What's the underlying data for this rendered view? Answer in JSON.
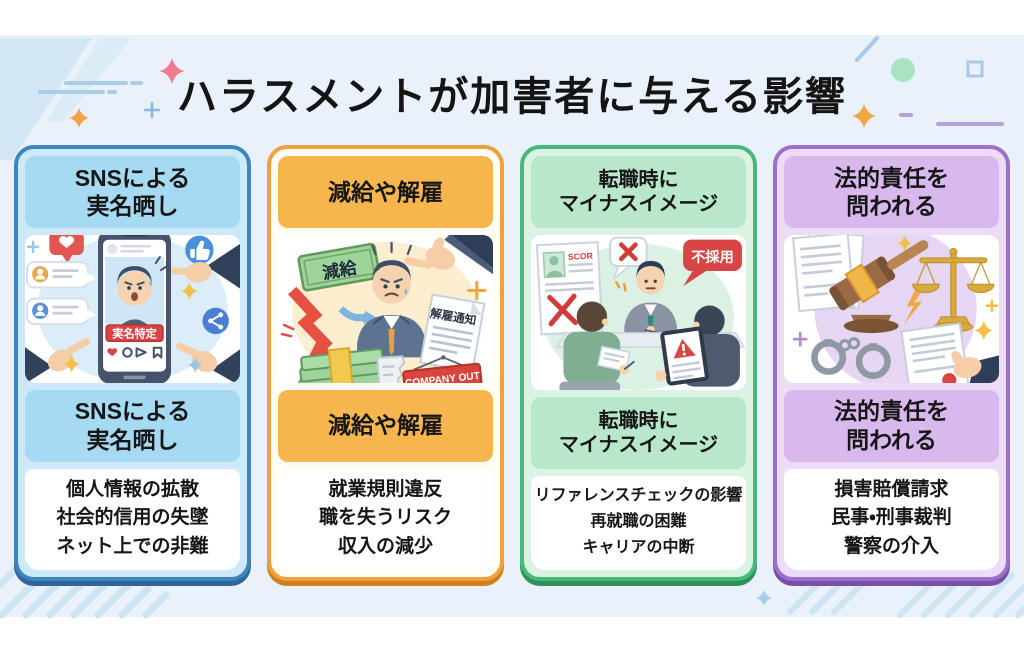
{
  "page": {
    "title": "ハラスメントが加害者に与える影響",
    "background_color": "#e9f1fa"
  },
  "cards": [
    {
      "title": "SNSによる\n実名晒し",
      "details": [
        "個人情報の拡散",
        "社会的信用の失墜",
        "ネット上での非難"
      ],
      "colors": {
        "border": "#3e84bd",
        "band": "#a6daf2",
        "tint": "#cde9f8",
        "shadow": "#2d6697"
      },
      "illustration": {
        "tag": "実名特定"
      }
    },
    {
      "title": "減給や解雇",
      "details": [
        "就業規則違反",
        "職を失うリスク",
        "収入の減少"
      ],
      "colors": {
        "border": "#f0a03c",
        "band": "#f7b54e",
        "tint": "#fffcf3",
        "shadow": "#d07f1f"
      },
      "illustration": {
        "banknote": "減給",
        "notice": "解雇通知",
        "sign": "COMPANY OUT"
      }
    },
    {
      "title": "転職時に\nマイナスイメージ",
      "details": [
        "リファレンスチェックの影響",
        "再就職の困難",
        "キャリアの中断"
      ],
      "colors": {
        "border": "#47b87c",
        "band": "#b9e7cb",
        "tint": "#daf3e3",
        "shadow": "#2f9159"
      },
      "illustration": {
        "resume": "SCOR",
        "bubble": "不採用"
      }
    },
    {
      "title": "法的責任を\n問われる",
      "details": [
        "損害賠償請求",
        "民事・刑事裁判",
        "警察の介入"
      ],
      "colors": {
        "border": "#9c6fc9",
        "band": "#d9b8ee",
        "tint": "#ecdcf8",
        "shadow": "#7b4fa6"
      },
      "illustration": {}
    }
  ]
}
